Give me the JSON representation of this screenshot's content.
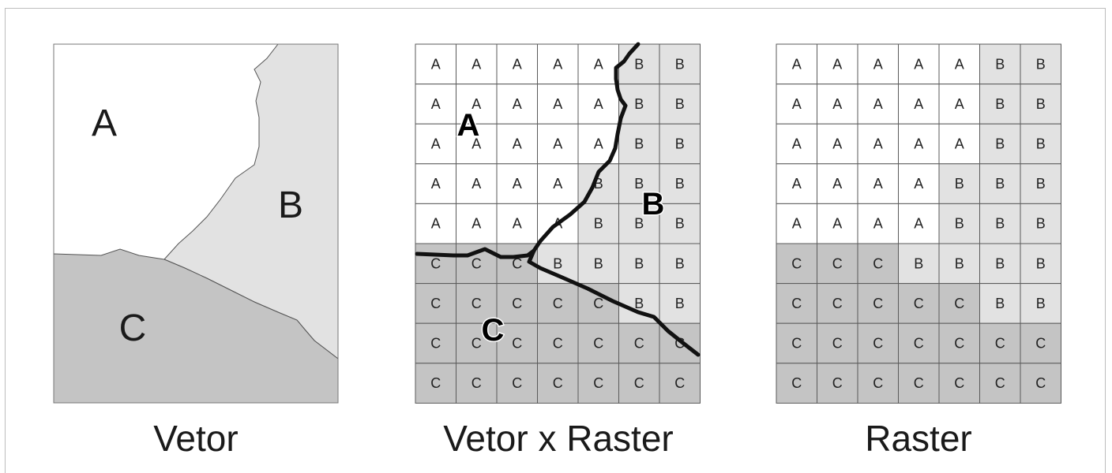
{
  "panels": {
    "vector": {
      "caption": "Vetor",
      "label_a": "A",
      "label_b": "B",
      "label_c": "C"
    },
    "overlay": {
      "caption": "Vetor x Raster",
      "label_a": "A",
      "label_b": "B",
      "label_c": "C",
      "grid": [
        "AAAAABB",
        "AAAAABB",
        "AAAAABB",
        "AAAABBB",
        "AAAABBB",
        "CCCBBBB",
        "CCCCCBB",
        "CCCCCCC",
        "CCCCCCC"
      ]
    },
    "raster": {
      "caption": "Raster",
      "grid": [
        "AAAAABB",
        "AAAAABB",
        "AAAAABB",
        "AAAABBB",
        "AAAABBB",
        "CCCBBBB",
        "CCCCCBB",
        "CCCCCCC",
        "CCCCCCC"
      ]
    }
  },
  "colors": {
    "A": "#ffffff",
    "B": "#e2e2e2",
    "C": "#c4c4c4",
    "grid_line": "#5a5a5a",
    "boundary": "#111111"
  }
}
